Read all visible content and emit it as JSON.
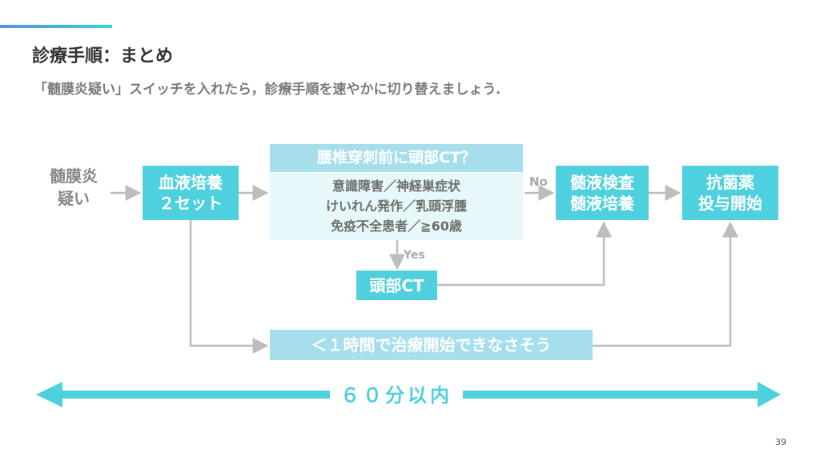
{
  "header": {
    "title": "診療手順：まとめ",
    "subtitle": "「髄膜炎疑い」スイッチを入れたら，診療手順を速やかに切り替えましょう．"
  },
  "flow": {
    "start": [
      "髄膜炎",
      "疑い"
    ],
    "blood_culture": [
      "血液培養",
      "２セット"
    ],
    "question": "腰椎穿刺前に頭部CT？",
    "criteria": [
      "意識障害／神経巣症状",
      "けいれん発作／乳頭浮腫",
      "免疫不全患者／≧60歳"
    ],
    "no_label": "No",
    "yes_label": "Yes",
    "csf": [
      "髄液検査",
      "髄液培養"
    ],
    "antibiotics": [
      "抗菌薬",
      "投与開始"
    ],
    "head_ct": "頭部CT",
    "delay": "＜１時間で治療開始できなさそう"
  },
  "timeline": "６０分以内",
  "page_number": "39"
}
